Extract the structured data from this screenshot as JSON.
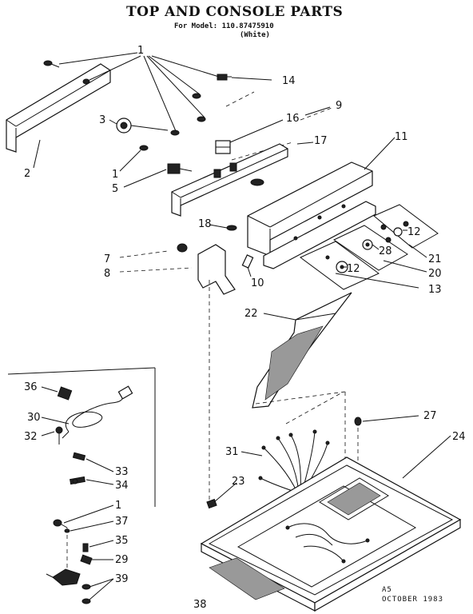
{
  "title": "TOP AND CONSOLE PARTS",
  "model_line": "For Model: 110.87475910",
  "color_line": "(White)",
  "stamp_code": "A5",
  "stamp_date": "OCTOBER 1983",
  "callouts": {
    "c1a": "1",
    "c14": "14",
    "c9": "9",
    "c3": "3",
    "c16": "16",
    "c17": "17",
    "c11": "11",
    "c2": "2",
    "c1b": "1",
    "c5": "5",
    "c18": "18",
    "c12a": "12",
    "c28": "28",
    "c21": "21",
    "c7": "7",
    "c8": "8",
    "c10": "10",
    "c12b": "12",
    "c20": "20",
    "c13": "13",
    "c22": "22",
    "c36": "36",
    "c30": "30",
    "c32": "32",
    "c27": "27",
    "c24": "24",
    "c31": "31",
    "c33": "33",
    "c34": "34",
    "c23": "23",
    "c1c": "1",
    "c37": "37",
    "c35": "35",
    "c29": "29",
    "c39": "39",
    "c38": "38"
  }
}
